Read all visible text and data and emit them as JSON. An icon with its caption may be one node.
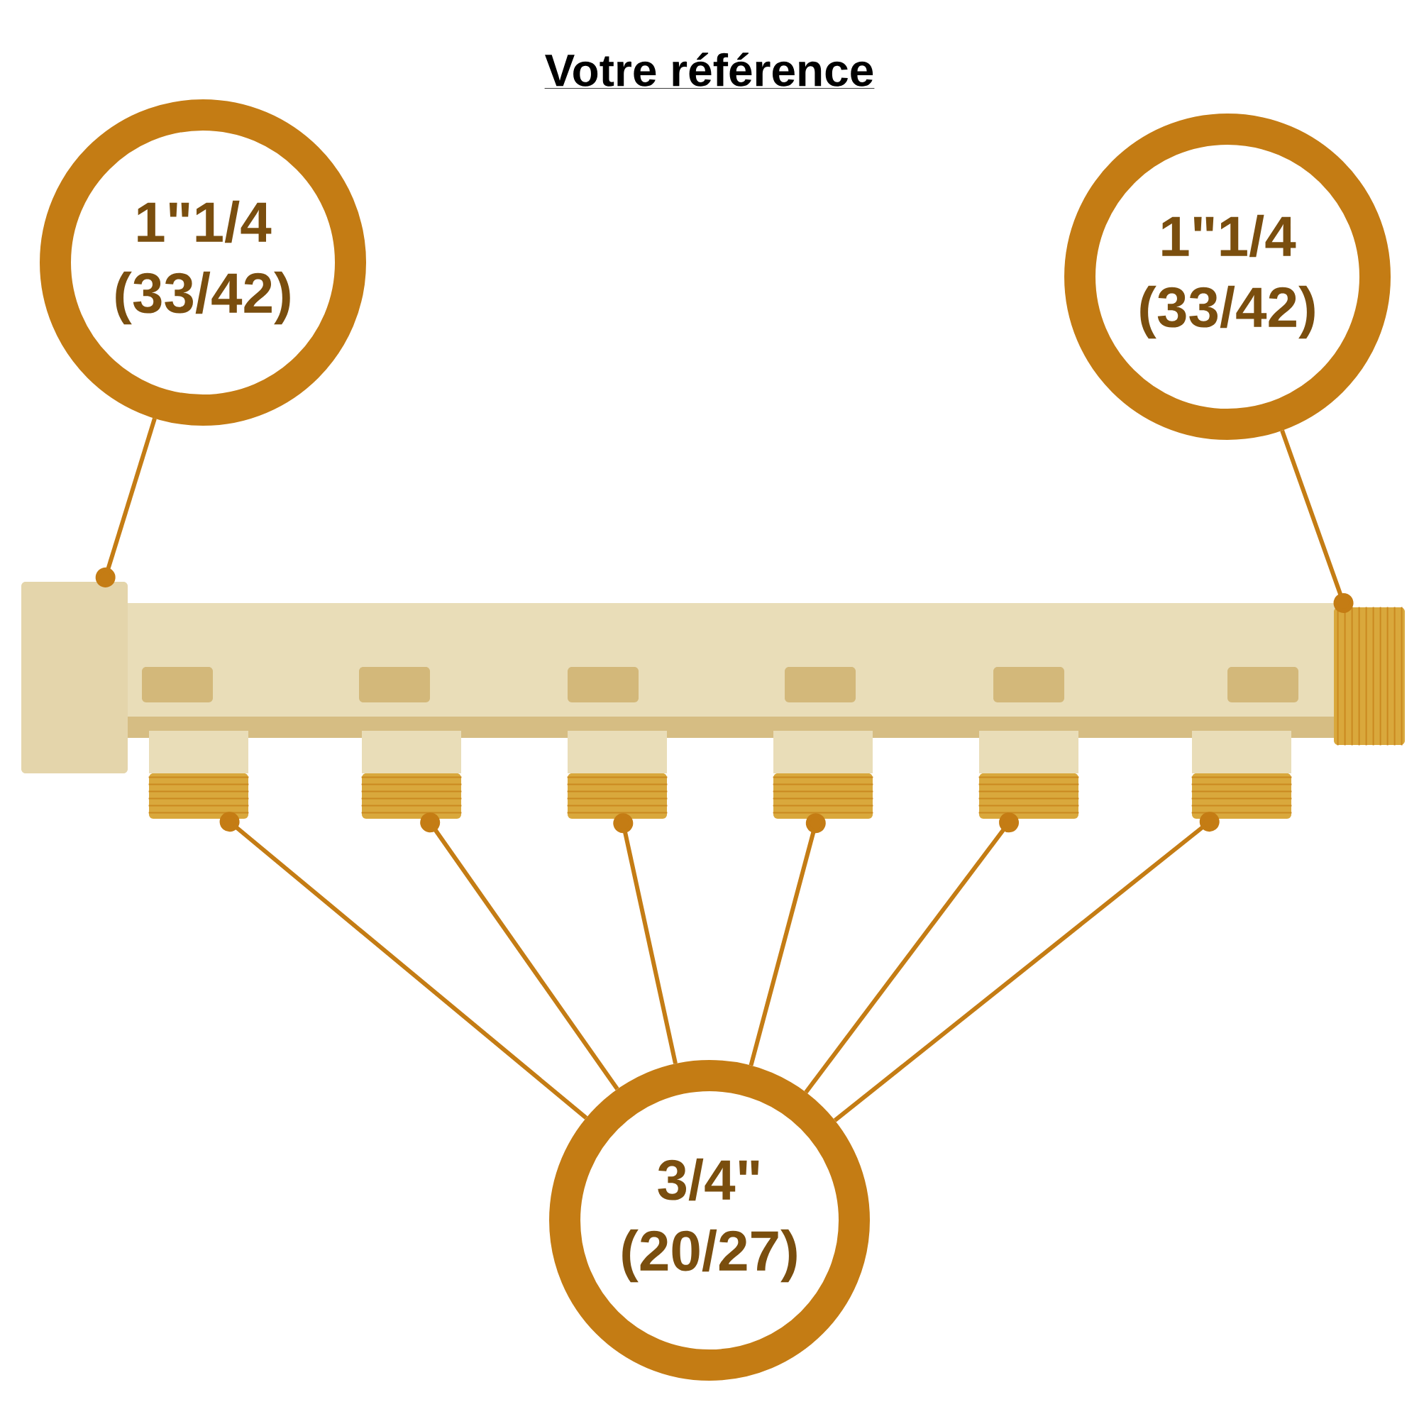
{
  "diagram": {
    "title": "Votre référence",
    "nodes": [
      {
        "text": [
          "1\"1/4",
          "(33/42)"
        ]
      },
      {
        "text": [
          "1\"1/4",
          "(33/42)"
        ]
      },
      {
        "text": [
          "3/4\"",
          "(20/27)"
        ]
      },
      {
        "text": [],
        "shape": "box"
      },
      {
        "text": [],
        "shape": "box"
      },
      {
        "text": [],
        "shape": "box"
      },
      {
        "text": [],
        "shape": "box"
      },
      {
        "text": [],
        "shape": "box"
      },
      {
        "text": [],
        "shape": "box"
      },
      {
        "text": [],
        "shape": "box"
      },
      {
        "text": [],
        "shape": "box"
      }
    ],
    "edges": [
      {
        "from": 0,
        "to": 3,
        "arrow": "other"
      },
      {
        "from": 1,
        "to": 4,
        "arrow": "other"
      },
      {
        "from": 2,
        "to": 5,
        "arrow": "other"
      },
      {
        "from": 2,
        "to": 6,
        "arrow": "other"
      },
      {
        "from": 2,
        "to": 7,
        "arrow": "other"
      },
      {
        "from": 2,
        "to": 8,
        "arrow": "other"
      },
      {
        "from": 2,
        "to": 9,
        "arrow": "other"
      },
      {
        "from": 2,
        "to": 10,
        "arrow": "other"
      }
    ]
  }
}
